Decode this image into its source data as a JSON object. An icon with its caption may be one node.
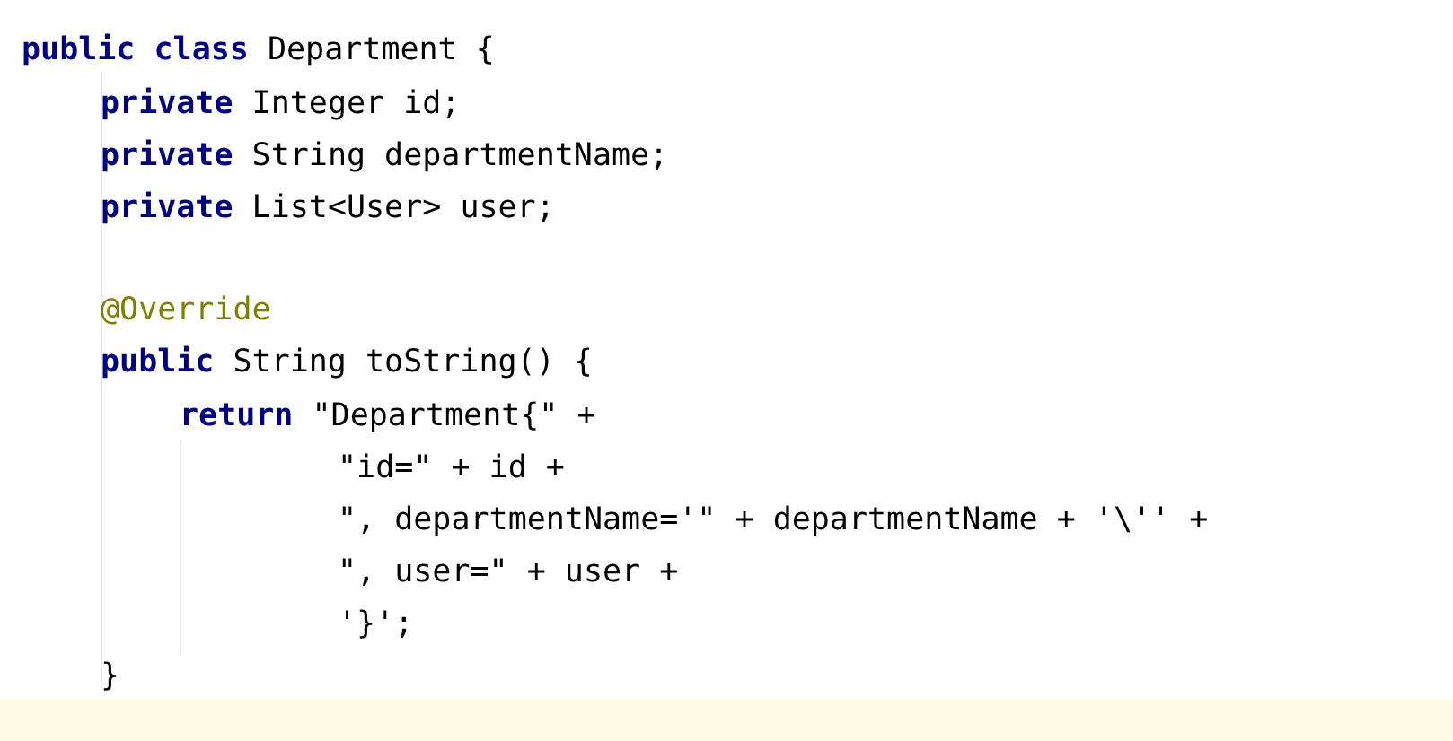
{
  "diagram": {
    "labels": [
      "**public** **class** Department {",
      "**private** Integer id;",
      "**private** String departmentName;",
      "**private** List<User> user;",
      "@Override",
      "**public** String toString() {",
      "**return** \"Department{\" +",
      "\"id=\" + id +",
      "\", departmentName='\" + departmentName + '\\'' +",
      "\", user=\" + user +",
      "'}';",
      "}"
    ]
  }
}
